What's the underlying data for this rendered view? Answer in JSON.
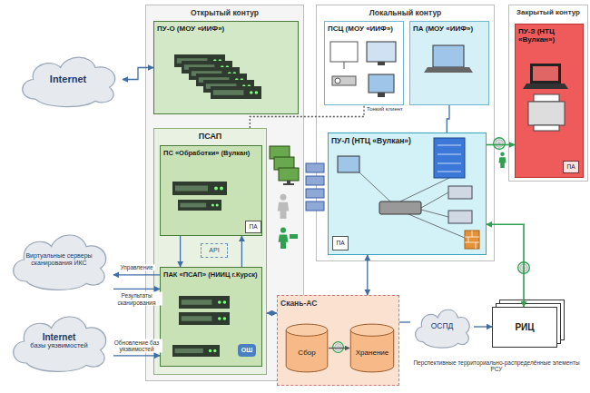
{
  "diagram": {
    "nodes": [
      {
        "text": [
          "Internet"
        ]
      },
      {
        "text": [
          "Открытый контур"
        ]
      },
      {
        "text": [
          "ПУ-О (МОУ «ИИФ»)"
        ],
        "in": 1
      },
      {
        "text": [
          "ПСАП"
        ],
        "in": 1
      },
      {
        "text": [
          "ПС «Обработки» (Вулкан)"
        ],
        "in": 3
      },
      {
        "text": [
          "ПА"
        ],
        "in": 4
      },
      {
        "text": [
          "API"
        ],
        "in": 3
      },
      {
        "text": [
          "ПАК «ПСАП» (НИИЦ г.Курск)"
        ],
        "in": 3
      },
      {
        "text": [
          "Виртуальные серверы сканирования ИКС"
        ]
      },
      {
        "text": [
          "Internet",
          "базы уязвимостей"
        ]
      },
      {
        "text": [
          "Локальный контур"
        ]
      },
      {
        "text": [
          "ПСЦ (МОУ «ИИФ»)"
        ],
        "in": 10
      },
      {
        "text": [
          "ПА (МОУ «ИИФ»)"
        ],
        "in": 10
      },
      {
        "text": [
          "ПУ-Л (НТЦ «Вулкан»)"
        ],
        "in": 10
      },
      {
        "text": [
          "ПА"
        ],
        "in": 13
      },
      {
        "text": [
          "Закрытый контур"
        ]
      },
      {
        "text": [
          "ПУ-З (НТЦ «Вулкан»)"
        ],
        "in": 15
      },
      {
        "text": [
          "ПА"
        ],
        "in": 16
      },
      {
        "text": [
          "Скань-АС"
        ]
      },
      {
        "text": [
          "Сбор"
        ],
        "in": 18
      },
      {
        "text": [
          "Хранение"
        ],
        "in": 18
      },
      {
        "text": [
          "ОСПД"
        ]
      },
      {
        "text": [
          "РИЦ"
        ]
      }
    ],
    "edges": [
      {
        "from": 0,
        "to": 2,
        "arrow": "both"
      },
      {
        "from": 4,
        "to": 7,
        "arrow": "to"
      },
      {
        "from": 7,
        "to": 4,
        "arrow": "to"
      },
      {
        "from": 7,
        "to": 8,
        "arrow": "to",
        "label": "Управление"
      },
      {
        "from": 8,
        "to": 7,
        "arrow": "to",
        "label": "Результаты сканирования"
      },
      {
        "from": 9,
        "to": 7,
        "arrow": "to",
        "label": "Обновление баз уязвимостей"
      },
      {
        "from": 13,
        "to": 16,
        "arrow": "to"
      },
      {
        "from": 13,
        "to": 18,
        "arrow": "both"
      },
      {
        "from": 13,
        "to": 22,
        "arrow": "both"
      },
      {
        "from": 19,
        "to": 20,
        "arrow": "to"
      },
      {
        "from": 18,
        "to": 21,
        "arrow": "none"
      },
      {
        "from": 21,
        "to": 22,
        "arrow": "to"
      },
      {
        "from": 18,
        "to": 3,
        "arrow": "both"
      },
      {
        "from": 3,
        "to": 11,
        "arrow": "none"
      },
      {
        "from": 13,
        "to": 12,
        "arrow": "none"
      }
    ],
    "labels": [
      "Тонкий клиент",
      "ОШ",
      "Перспективные территориально-распределённые элементы РСУ"
    ]
  }
}
